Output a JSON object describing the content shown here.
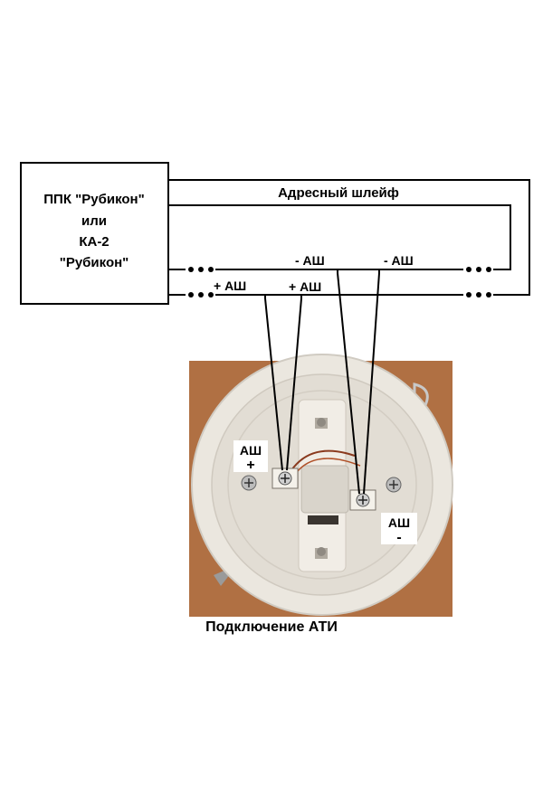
{
  "controller": {
    "line1": "ППК \"Рубикон\"",
    "line2": "или",
    "line3": "КА-2",
    "line4": "\"Рубикон\""
  },
  "loop_label": "Адресный шлейф",
  "wire_labels": {
    "plus_left": "+ АШ",
    "plus_right": "+ АШ",
    "minus_left": "- АШ",
    "minus_right": "- АШ"
  },
  "terminal_tags": {
    "plus_name": "АШ",
    "plus_sign": "+",
    "minus_name": "АШ",
    "minus_sign": "-"
  },
  "caption": "Подключение АТИ",
  "colors": {
    "photo_background": "#b07043",
    "device_body": "#ebe7df",
    "line": "#000000"
  }
}
